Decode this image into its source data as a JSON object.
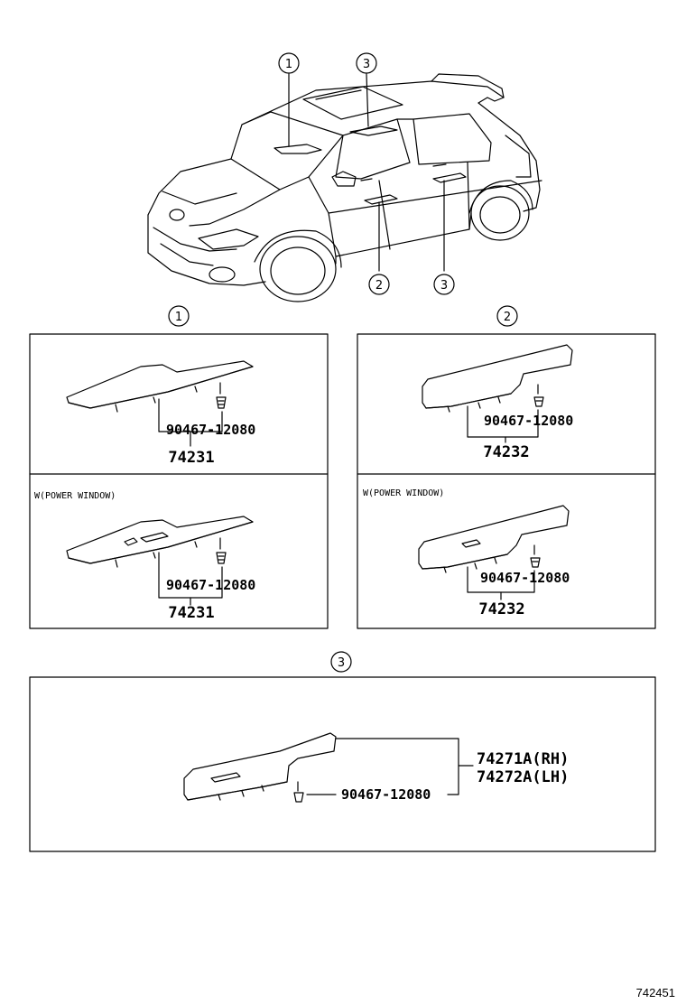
{
  "callouts": {
    "c1": "1",
    "c2": "2",
    "c3": "3"
  },
  "panel_1_top": {
    "clip_part": "90467-12080",
    "part": "74231"
  },
  "panel_2_top": {
    "clip_part": "90467-12080",
    "part": "74232"
  },
  "panel_1_bottom": {
    "caption": "W(POWER WINDOW)",
    "clip_part": "90467-12080",
    "part": "74231"
  },
  "panel_2_bottom": {
    "caption": "W(POWER WINDOW)",
    "clip_part": "90467-12080",
    "part": "74232"
  },
  "panel_3": {
    "clip_part": "90467-12080",
    "part_rh": "74271A(RH)",
    "part_lh": "74272A(LH)"
  },
  "diagram_ref": "742451"
}
